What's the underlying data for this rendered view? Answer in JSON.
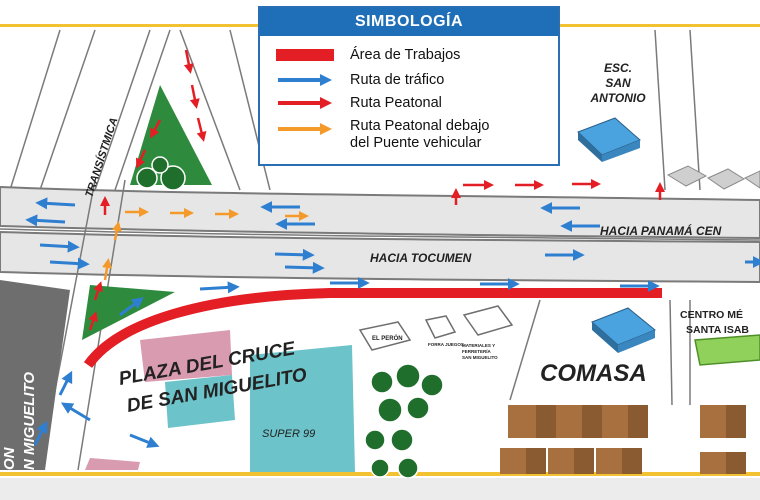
{
  "legend": {
    "title": "SIMBOLOGÍA",
    "items": [
      {
        "label": "Área de Trabajos",
        "color": "#e31e24",
        "symbol": "bar"
      },
      {
        "label": "Ruta de tráfico",
        "color": "#2f7fd1",
        "symbol": "arrow"
      },
      {
        "label": "Ruta Peatonal",
        "color": "#e31e24",
        "symbol": "arrow"
      },
      {
        "label_line1": "Ruta Peatonal debajo",
        "label_line2": "del Puente vehicular",
        "color": "#f39a2a",
        "symbol": "arrow"
      }
    ]
  },
  "labels": {
    "transistmica": "TRANSÍSTMICA",
    "esc_line1": "ESC.",
    "esc_line2": "SAN",
    "esc_line3": "ANTONIO",
    "hacia_panama": "HACIA PANAMÁ CEN",
    "hacia_tocumen": "HACIA TOCUMEN",
    "plaza_line1": "PLAZA DEL CRUCE",
    "plaza_line2": "DE SAN MIGUELITO",
    "super99": "SUPER 99",
    "comasa": "COMASA",
    "centro_line1": "CENTRO MÉ",
    "centro_line2": "SANTA ISAB",
    "san_miguelito_line1": "ON",
    "san_miguelito_line2": "N MIGUELITO",
    "el_perron": "EL PERÓN",
    "small_building": "FORRA JUEGOS",
    "materiales_line1": "MATERIALES Y",
    "materiales_line2": "FERRETERÍA",
    "materiales_line3": "SAN MIGUELITO"
  },
  "colors": {
    "road": "#e6e6e6",
    "road_edge": "#7a7a7a",
    "work_area": "#e31e24",
    "traffic_arrow": "#2f7fd1",
    "pedestrian_arrow": "#e31e24",
    "under_bridge_arrow": "#f39a2a",
    "frame_yellow": "#f2c233",
    "tree_green": "#2e8b3d",
    "building_blue": "#4aa3df",
    "super99_teal": "#6cc3c9",
    "plaza_pink": "#d89bb0",
    "brown_blocks": "#a8703f",
    "light_green": "#8fd15a"
  }
}
